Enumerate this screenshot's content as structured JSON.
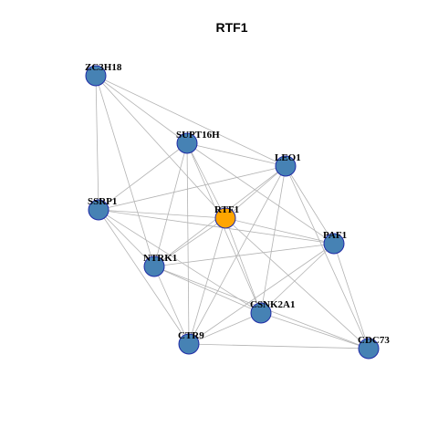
{
  "title": "RTF1",
  "colors": {
    "center_node": "#FFA500",
    "node": "#4682B4",
    "node_border": "#1F2AA6",
    "edge": "#B3B3B3"
  },
  "nodes": [
    {
      "id": "ZC3H18",
      "label": "ZC3H18",
      "role": "neighbor"
    },
    {
      "id": "SUPT16H",
      "label": "SUPT16H",
      "role": "neighbor"
    },
    {
      "id": "LEO1",
      "label": "LEO1",
      "role": "neighbor"
    },
    {
      "id": "SSRP1",
      "label": "SSRP1",
      "role": "neighbor"
    },
    {
      "id": "RTF1",
      "label": "RTF1",
      "role": "center"
    },
    {
      "id": "PAF1",
      "label": "PAF1",
      "role": "neighbor"
    },
    {
      "id": "NTRK1",
      "label": "NTRK1",
      "role": "neighbor"
    },
    {
      "id": "CSNK2A1",
      "label": "CSNK2A1",
      "role": "neighbor"
    },
    {
      "id": "CTR9",
      "label": "CTR9",
      "role": "neighbor"
    },
    {
      "id": "CDC73",
      "label": "CDC73",
      "role": "neighbor"
    }
  ],
  "edges": [
    [
      "ZC3H18",
      "SUPT16H"
    ],
    [
      "ZC3H18",
      "LEO1"
    ],
    [
      "ZC3H18",
      "SSRP1"
    ],
    [
      "ZC3H18",
      "RTF1"
    ],
    [
      "ZC3H18",
      "NTRK1"
    ],
    [
      "SUPT16H",
      "LEO1"
    ],
    [
      "SUPT16H",
      "SSRP1"
    ],
    [
      "SUPT16H",
      "RTF1"
    ],
    [
      "SUPT16H",
      "NTRK1"
    ],
    [
      "SUPT16H",
      "PAF1"
    ],
    [
      "SUPT16H",
      "CTR9"
    ],
    [
      "SUPT16H",
      "CSNK2A1"
    ],
    [
      "LEO1",
      "RTF1"
    ],
    [
      "LEO1",
      "SSRP1"
    ],
    [
      "LEO1",
      "NTRK1"
    ],
    [
      "LEO1",
      "CTR9"
    ],
    [
      "LEO1",
      "CSNK2A1"
    ],
    [
      "LEO1",
      "CDC73"
    ],
    [
      "LEO1",
      "PAF1"
    ],
    [
      "SSRP1",
      "RTF1"
    ],
    [
      "SSRP1",
      "NTRK1"
    ],
    [
      "SSRP1",
      "PAF1"
    ],
    [
      "SSRP1",
      "CTR9"
    ],
    [
      "SSRP1",
      "CSNK2A1"
    ],
    [
      "RTF1",
      "PAF1"
    ],
    [
      "RTF1",
      "NTRK1"
    ],
    [
      "RTF1",
      "CTR9"
    ],
    [
      "RTF1",
      "CSNK2A1"
    ],
    [
      "RTF1",
      "CDC73"
    ],
    [
      "PAF1",
      "NTRK1"
    ],
    [
      "PAF1",
      "CTR9"
    ],
    [
      "PAF1",
      "CSNK2A1"
    ],
    [
      "PAF1",
      "CDC73"
    ],
    [
      "NTRK1",
      "CTR9"
    ],
    [
      "NTRK1",
      "CSNK2A1"
    ],
    [
      "NTRK1",
      "CDC73"
    ],
    [
      "CSNK2A1",
      "CTR9"
    ],
    [
      "CSNK2A1",
      "CDC73"
    ],
    [
      "CTR9",
      "CDC73"
    ]
  ]
}
